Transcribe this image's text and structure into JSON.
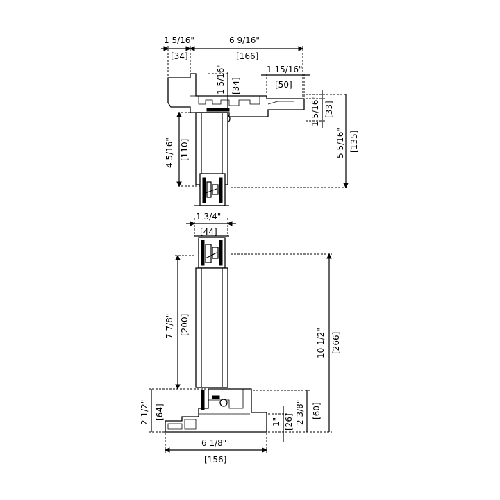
{
  "dimensions": {
    "head_left_width": "1 5/16\"",
    "head_left_width_mm": "[34]",
    "head_depth": "6 9/16\"",
    "head_depth_mm": "[166]",
    "head_inner_height": "1 5/16\"",
    "head_inner_height_mm": "[34]",
    "head_stop_width": "1 15/16\"",
    "head_stop_width_mm": "[50]",
    "head_right_height": "1 5/16\"",
    "head_right_height_mm": "[33]",
    "head_total_height": "5 5/16\"",
    "head_total_height_mm": "[135]",
    "head_sash_height": "4 5/16\"",
    "head_sash_height_mm": "[110]",
    "sash_thickness": "1 3/4\"",
    "sash_thickness_mm": "[44]",
    "sill_sash_height": "7 7/8\"",
    "sill_sash_height_mm": "[200]",
    "sill_total_height": "10 1/2\"",
    "sill_total_height_mm": "[266]",
    "sill_left_height": "2 1/2\"",
    "sill_left_height_mm": "[64]",
    "sill_right_height": "2 3/8\"",
    "sill_right_height_mm": "[60]",
    "sill_nose_height": "1\"",
    "sill_nose_height_mm": "[26]",
    "sill_depth": "6 1/8\"",
    "sill_depth_mm": "[156]"
  }
}
